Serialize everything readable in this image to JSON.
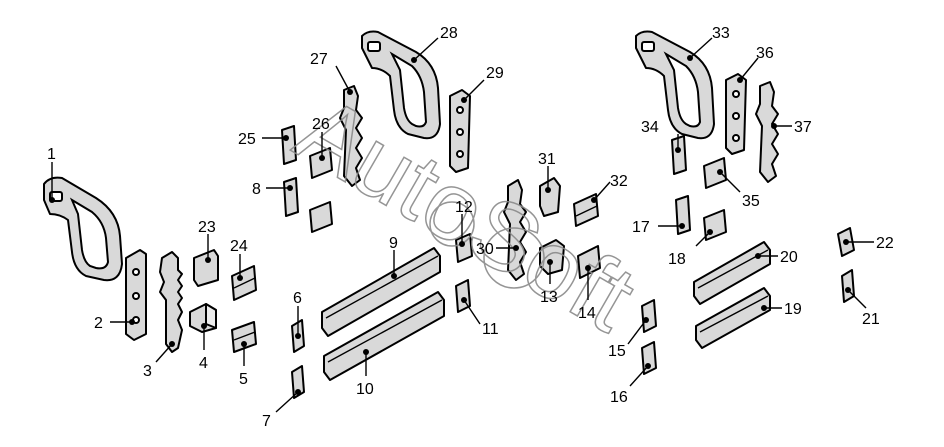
{
  "watermark": {
    "text": "AutoSoft"
  },
  "callouts": [
    {
      "id": "c1",
      "label": "1"
    },
    {
      "id": "c2",
      "label": "2"
    },
    {
      "id": "c3",
      "label": "3"
    },
    {
      "id": "c4",
      "label": "4"
    },
    {
      "id": "c5",
      "label": "5"
    },
    {
      "id": "c6",
      "label": "6"
    },
    {
      "id": "c7",
      "label": "7"
    },
    {
      "id": "c8",
      "label": "8"
    },
    {
      "id": "c9",
      "label": "9"
    },
    {
      "id": "c10",
      "label": "10"
    },
    {
      "id": "c11",
      "label": "11"
    },
    {
      "id": "c12",
      "label": "12"
    },
    {
      "id": "c13",
      "label": "13"
    },
    {
      "id": "c14",
      "label": "14"
    },
    {
      "id": "c15",
      "label": "15"
    },
    {
      "id": "c16",
      "label": "16"
    },
    {
      "id": "c17",
      "label": "17"
    },
    {
      "id": "c18",
      "label": "18"
    },
    {
      "id": "c19",
      "label": "19"
    },
    {
      "id": "c20",
      "label": "20"
    },
    {
      "id": "c21",
      "label": "21"
    },
    {
      "id": "c22",
      "label": "22"
    },
    {
      "id": "c23",
      "label": "23"
    },
    {
      "id": "c24",
      "label": "24"
    },
    {
      "id": "c25",
      "label": "25"
    },
    {
      "id": "c26",
      "label": "26"
    },
    {
      "id": "c27",
      "label": "27"
    },
    {
      "id": "c28",
      "label": "28"
    },
    {
      "id": "c29",
      "label": "29"
    },
    {
      "id": "c30",
      "label": "30"
    },
    {
      "id": "c31",
      "label": "31"
    },
    {
      "id": "c32",
      "label": "32"
    },
    {
      "id": "c33",
      "label": "33"
    },
    {
      "id": "c34",
      "label": "34"
    },
    {
      "id": "c35",
      "label": "35"
    },
    {
      "id": "c36",
      "label": "36"
    },
    {
      "id": "c37",
      "label": "37"
    }
  ]
}
